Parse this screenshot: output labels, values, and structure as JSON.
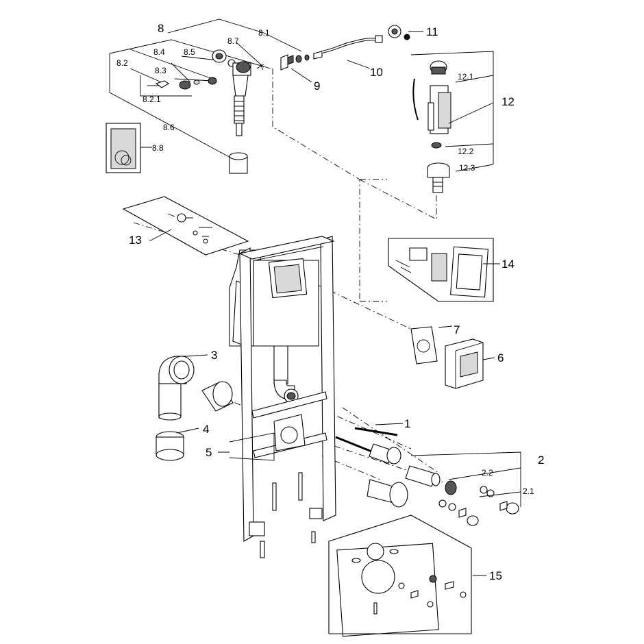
{
  "labels": {
    "l1": "1",
    "l2": "2",
    "l2_1": "2.1",
    "l2_2": "2.2",
    "l3": "3",
    "l4": "4",
    "l5": "5",
    "l6": "6",
    "l7": "7",
    "l8": "8",
    "l8_1": "8.1",
    "l8_2": "8.2",
    "l8_2_1": "8.2.1",
    "l8_3": "8.3",
    "l8_4": "8.4",
    "l8_5": "8.5",
    "l8_6": "8.6",
    "l8_7": "8.7",
    "l8_8": "8.8",
    "l9": "9",
    "l10": "10",
    "l11": "11",
    "l12": "12",
    "l12_1": "12.1",
    "l12_2": "12.2",
    "l12_3": "12.3",
    "l13": "13",
    "l14": "14",
    "l15": "15"
  }
}
